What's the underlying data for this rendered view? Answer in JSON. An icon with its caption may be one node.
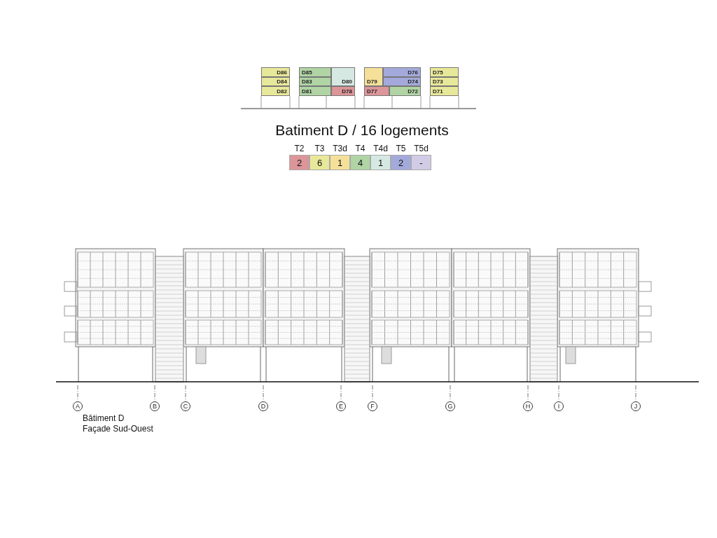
{
  "diagram": {
    "title": "Batiment D / 16 logements",
    "nodes": [
      {
        "text": [
          "D86"
        ]
      },
      {
        "text": [
          "D85"
        ]
      },
      {
        "text": [
          "D80"
        ]
      },
      {
        "text": [
          "D79"
        ]
      },
      {
        "text": [
          "D76"
        ]
      },
      {
        "text": [
          "D75"
        ]
      },
      {
        "text": [
          "D84"
        ]
      },
      {
        "text": [
          "D83"
        ]
      },
      {
        "text": [
          "D74"
        ]
      },
      {
        "text": [
          "D73"
        ]
      },
      {
        "text": [
          "D82"
        ]
      },
      {
        "text": [
          "D81"
        ]
      },
      {
        "text": [
          "D78"
        ]
      },
      {
        "text": [
          "D77"
        ]
      },
      {
        "text": [
          "D72"
        ]
      },
      {
        "text": [
          "D71"
        ]
      }
    ],
    "labels": [
      "T2",
      "T3",
      "T3d",
      "T4",
      "T4d",
      "T5",
      "T5d",
      "2",
      "6",
      "1",
      "4",
      "1",
      "2",
      "-",
      "A",
      "B",
      "C",
      "D",
      "E",
      "F",
      "G",
      "H",
      "I",
      "J",
      "Bâtiment D",
      "Façade Sud-Ouest"
    ]
  }
}
